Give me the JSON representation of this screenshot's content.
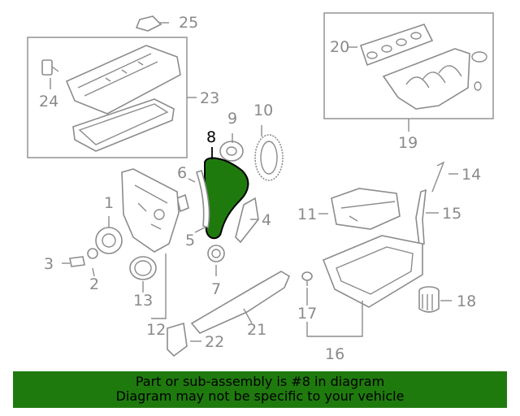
{
  "callouts": {
    "c1": "1",
    "c2": "2",
    "c3": "3",
    "c4": "4",
    "c5": "5",
    "c6": "6",
    "c7": "7",
    "c8": "8",
    "c9": "9",
    "c10": "10",
    "c11": "11",
    "c12": "12",
    "c13": "13",
    "c14": "14",
    "c15": "15",
    "c16": "16",
    "c17": "17",
    "c18": "18",
    "c19": "19",
    "c20": "20",
    "c21": "21",
    "c22": "22",
    "c23": "23",
    "c24": "24",
    "c25": "25"
  },
  "highlight_part": "8",
  "colors": {
    "highlight_fill": "#1f7a0e",
    "line_gray": "#8c8c8c",
    "banner_bg": "#1f7a0e"
  },
  "banner": {
    "line1": "Part or sub-assembly is #8 in diagram",
    "line2": "Diagram may not be specific to your vehicle"
  }
}
